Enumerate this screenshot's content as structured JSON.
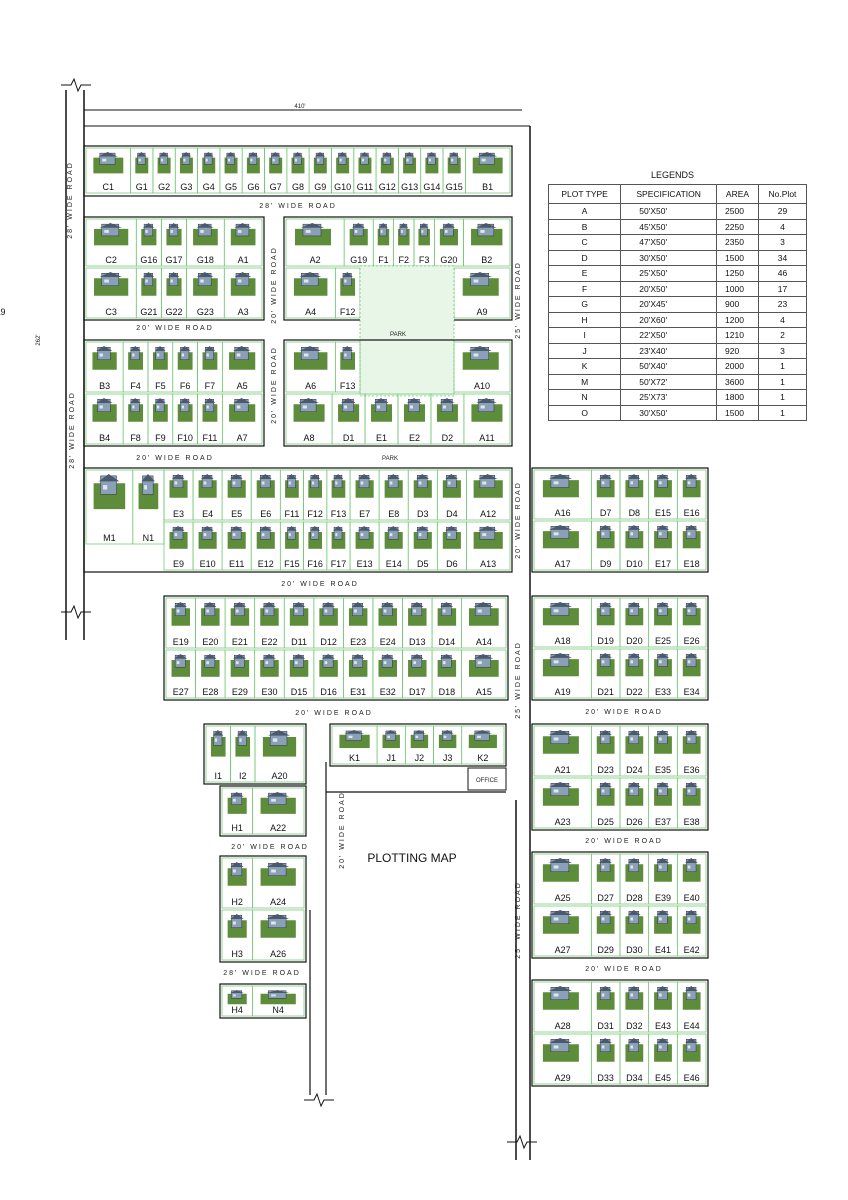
{
  "map_title": "PLOTTING MAP",
  "legend": {
    "title": "LEGENDS",
    "headers": [
      "PLOT TYPE",
      "SPECIFICATION",
      "AREA",
      "No.Plot"
    ],
    "rows": [
      [
        "A",
        "50'X50'",
        "2500",
        "29"
      ],
      [
        "B",
        "45'X50'",
        "2250",
        "4"
      ],
      [
        "C",
        "47'X50'",
        "2350",
        "3"
      ],
      [
        "D",
        "30'X50'",
        "1500",
        "34"
      ],
      [
        "E",
        "25'X50'",
        "1250",
        "46"
      ],
      [
        "F",
        "20'X50'",
        "1000",
        "17"
      ],
      [
        "G",
        "20'X45'",
        "900",
        "23"
      ],
      [
        "H",
        "20'X60'",
        "1200",
        "4"
      ],
      [
        "I",
        "22'X50'",
        "1210",
        "2"
      ],
      [
        "J",
        "23'X40'",
        "920",
        "3"
      ],
      [
        "K",
        "50'X40'",
        "2000",
        "1"
      ],
      [
        "M",
        "50'X72'",
        "3600",
        "1"
      ],
      [
        "N",
        "25'X73'",
        "1800",
        "1"
      ],
      [
        "O",
        "30'X50'",
        "1500",
        "1"
      ]
    ]
  },
  "roads": {
    "wide_28": "28' WIDE ROAD",
    "wide_20": "20' WIDE ROAD",
    "wide_25": "25' WIDE ROAD",
    "park_label": "PARK",
    "office": "OFFICE"
  },
  "dims": {
    "top": "410'",
    "left": "262'"
  },
  "plots": {
    "row1": [
      "C1",
      "G1",
      "G2",
      "G3",
      "G4",
      "G5",
      "G6",
      "G7",
      "G8",
      "G9",
      "G10",
      "G11",
      "G12",
      "G13",
      "G14",
      "G15",
      "B1"
    ],
    "blockA_top": [
      "C2",
      "G16",
      "G17",
      "G18",
      "A1"
    ],
    "blockA_bot": [
      "C3",
      "G21",
      "G22",
      "G23",
      "A3"
    ],
    "blockB_top": [
      "A2",
      "G19",
      "F1",
      "F2",
      "F3",
      "G20",
      "B2"
    ],
    "blockB_bot": [
      "A4",
      "F12",
      "A9"
    ],
    "blockC_top": [
      "B3",
      "F4",
      "F5",
      "F6",
      "F7",
      "A5"
    ],
    "blockC_bot": [
      "B4",
      "F8",
      "F9",
      "F10",
      "F11",
      "A7"
    ],
    "blockD_top": [
      "A6",
      "F13",
      "A10"
    ],
    "blockD_bot": [
      "A8",
      "D1",
      "E1",
      "E2",
      "D2",
      "A11"
    ],
    "blockE_top": [
      "E3",
      "E4",
      "E5",
      "E6",
      "F11",
      "F12",
      "F13",
      "E7",
      "E8",
      "D3",
      "D4",
      "A12"
    ],
    "blockE_bot": [
      "E9",
      "E10",
      "E11",
      "E12",
      "F15",
      "F16",
      "F17",
      "E13",
      "E14",
      "D5",
      "D6",
      "A13"
    ],
    "blockE_left": [
      "M1",
      "N1"
    ],
    "blockF_top": [
      "E19",
      "E20",
      "E21",
      "E22",
      "D11",
      "D12",
      "E23",
      "E24",
      "D13",
      "D14",
      "A14"
    ],
    "blockF_bot": [
      "E27",
      "E28",
      "E29",
      "E30",
      "D15",
      "D16",
      "E31",
      "E32",
      "D17",
      "D18",
      "A15"
    ],
    "right1_top": [
      "A16",
      "D7",
      "D8",
      "E15",
      "E16"
    ],
    "right1_bot": [
      "A17",
      "D9",
      "D10",
      "E17",
      "E18"
    ],
    "right2_top": [
      "A18",
      "D19",
      "D20",
      "E25",
      "E26"
    ],
    "right2_bot": [
      "A19",
      "D21",
      "D22",
      "E33",
      "E34"
    ],
    "right3_top": [
      "A21",
      "D23",
      "D24",
      "E35",
      "E36"
    ],
    "right3_bot": [
      "A23",
      "D25",
      "D26",
      "E37",
      "E38"
    ],
    "right4_top": [
      "A25",
      "D27",
      "D28",
      "E39",
      "E40"
    ],
    "right4_bot": [
      "A27",
      "D29",
      "D30",
      "E41",
      "E42"
    ],
    "right5_top": [
      "A28",
      "D31",
      "D32",
      "E43",
      "E44"
    ],
    "right5_bot": [
      "A29",
      "D33",
      "D34",
      "E45",
      "E46"
    ],
    "smallI": [
      "I1",
      "I2",
      "A20"
    ],
    "smallH1": [
      "H1",
      "A22"
    ],
    "smallK": [
      "K1",
      "J1",
      "J2",
      "J3",
      "K2"
    ],
    "smallH2": [
      "H2",
      "A24"
    ],
    "smallH3": [
      "H3",
      "A26"
    ],
    "smallH4": [
      "H4",
      "N4"
    ]
  }
}
